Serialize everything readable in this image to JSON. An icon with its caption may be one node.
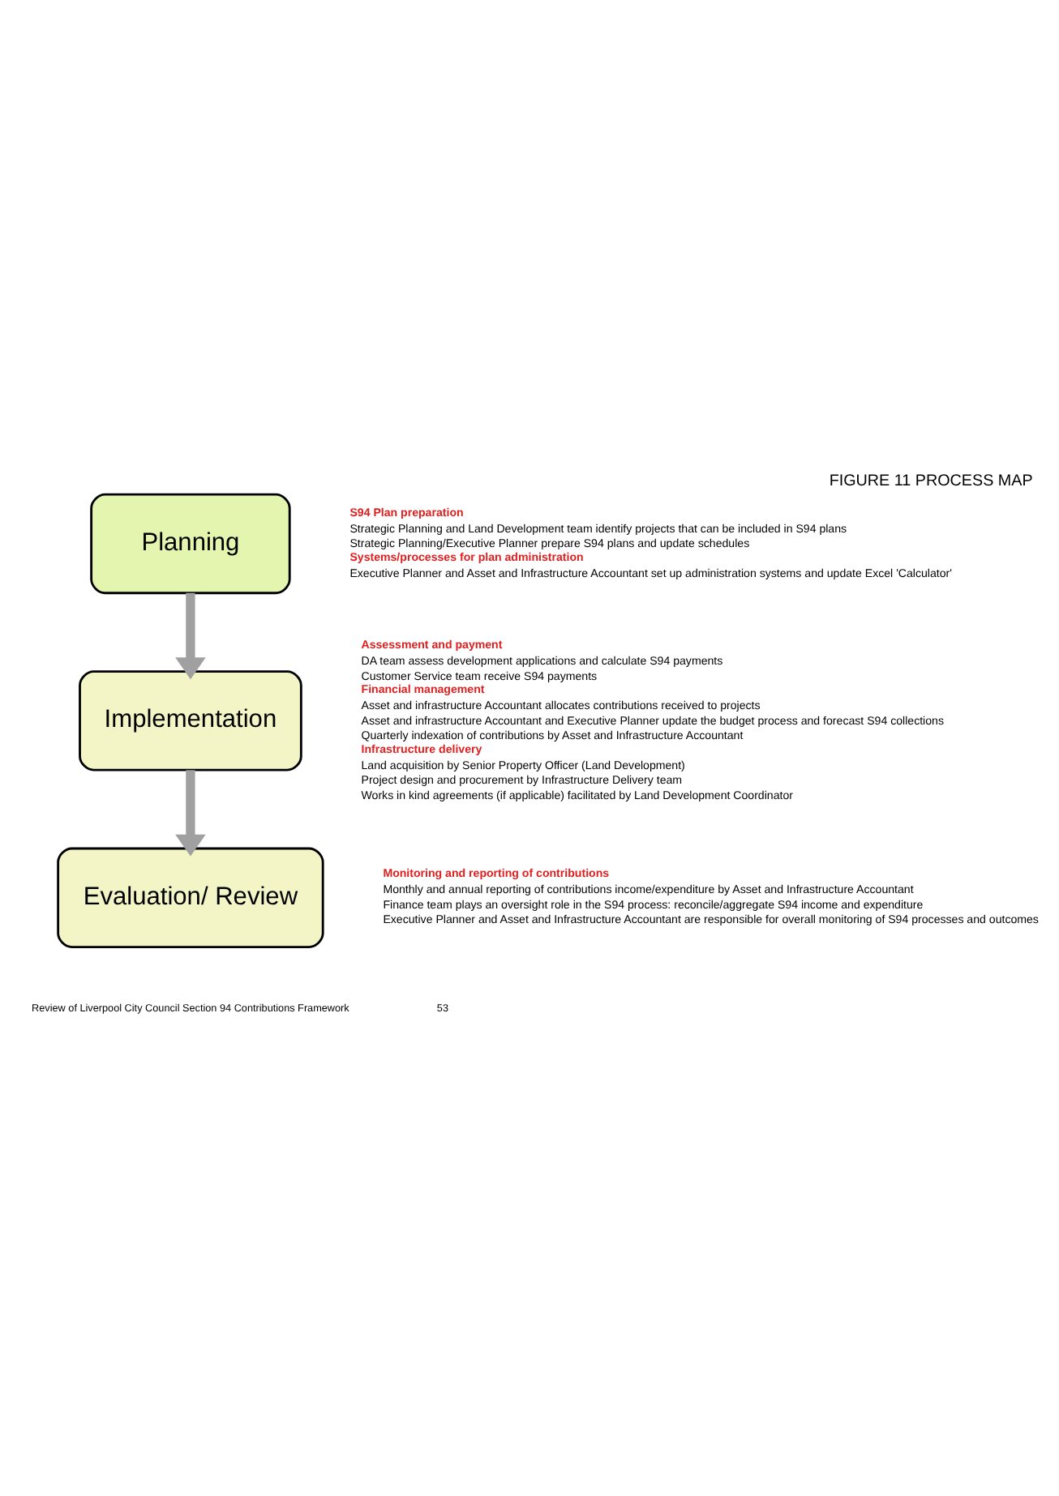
{
  "diagram": {
    "title": "FIGURE 11 PROCESS MAP",
    "nodes": [
      {
        "text": [
          "Planning"
        ],
        "beside": [
          "S94 Plan preparation",
          "Strategic Planning and Land Development team identify projects that can be included in S94 plans",
          "Strategic Planning/Executive Planner prepare S94 plans and update schedules",
          "Systems/processes for plan administration",
          "Executive Planner and Asset and Infrastructure Accountant set up administration systems and update Excel 'Calculator'"
        ]
      },
      {
        "text": [
          "Implementation"
        ],
        "beside": [
          "Assessment and payment",
          "DA team assess development applications and calculate S94 payments",
          "Customer Service team receive S94 payments",
          "Financial management",
          "Asset and infrastructure Accountant allocates contributions received to projects",
          "Asset and infrastructure Accountant and Executive Planner update the budget process and forecast S94 collections",
          "Quarterly indexation of contributions by Asset and Infrastructure Accountant",
          "Infrastructure delivery",
          "Land acquisition by Senior Property Officer (Land Development)",
          "Project design and procurement by Infrastructure Delivery team",
          "Works in kind agreements (if applicable) facilitated by Land Development Coordinator"
        ]
      },
      {
        "text": [
          "Evaluation/ Review"
        ],
        "beside": [
          "Monitoring and reporting of contributions",
          "Monthly and annual reporting of contributions income/expenditure by Asset and Infrastructure Accountant",
          "Finance team plays an oversight role in the S94 process: reconcile/aggregate S94 income and expenditure",
          "Executive Planner and Asset and Infrastructure Accountant are responsible for overall monitoring of S94 processes and outcomes"
        ]
      }
    ],
    "edges": [
      {
        "from": 0,
        "to": 1,
        "arrow": "to"
      },
      {
        "from": 1,
        "to": 2,
        "arrow": "to"
      }
    ],
    "labels": [
      "Review of Liverpool City Council Section 94 Contributions Framework",
      "53"
    ]
  }
}
